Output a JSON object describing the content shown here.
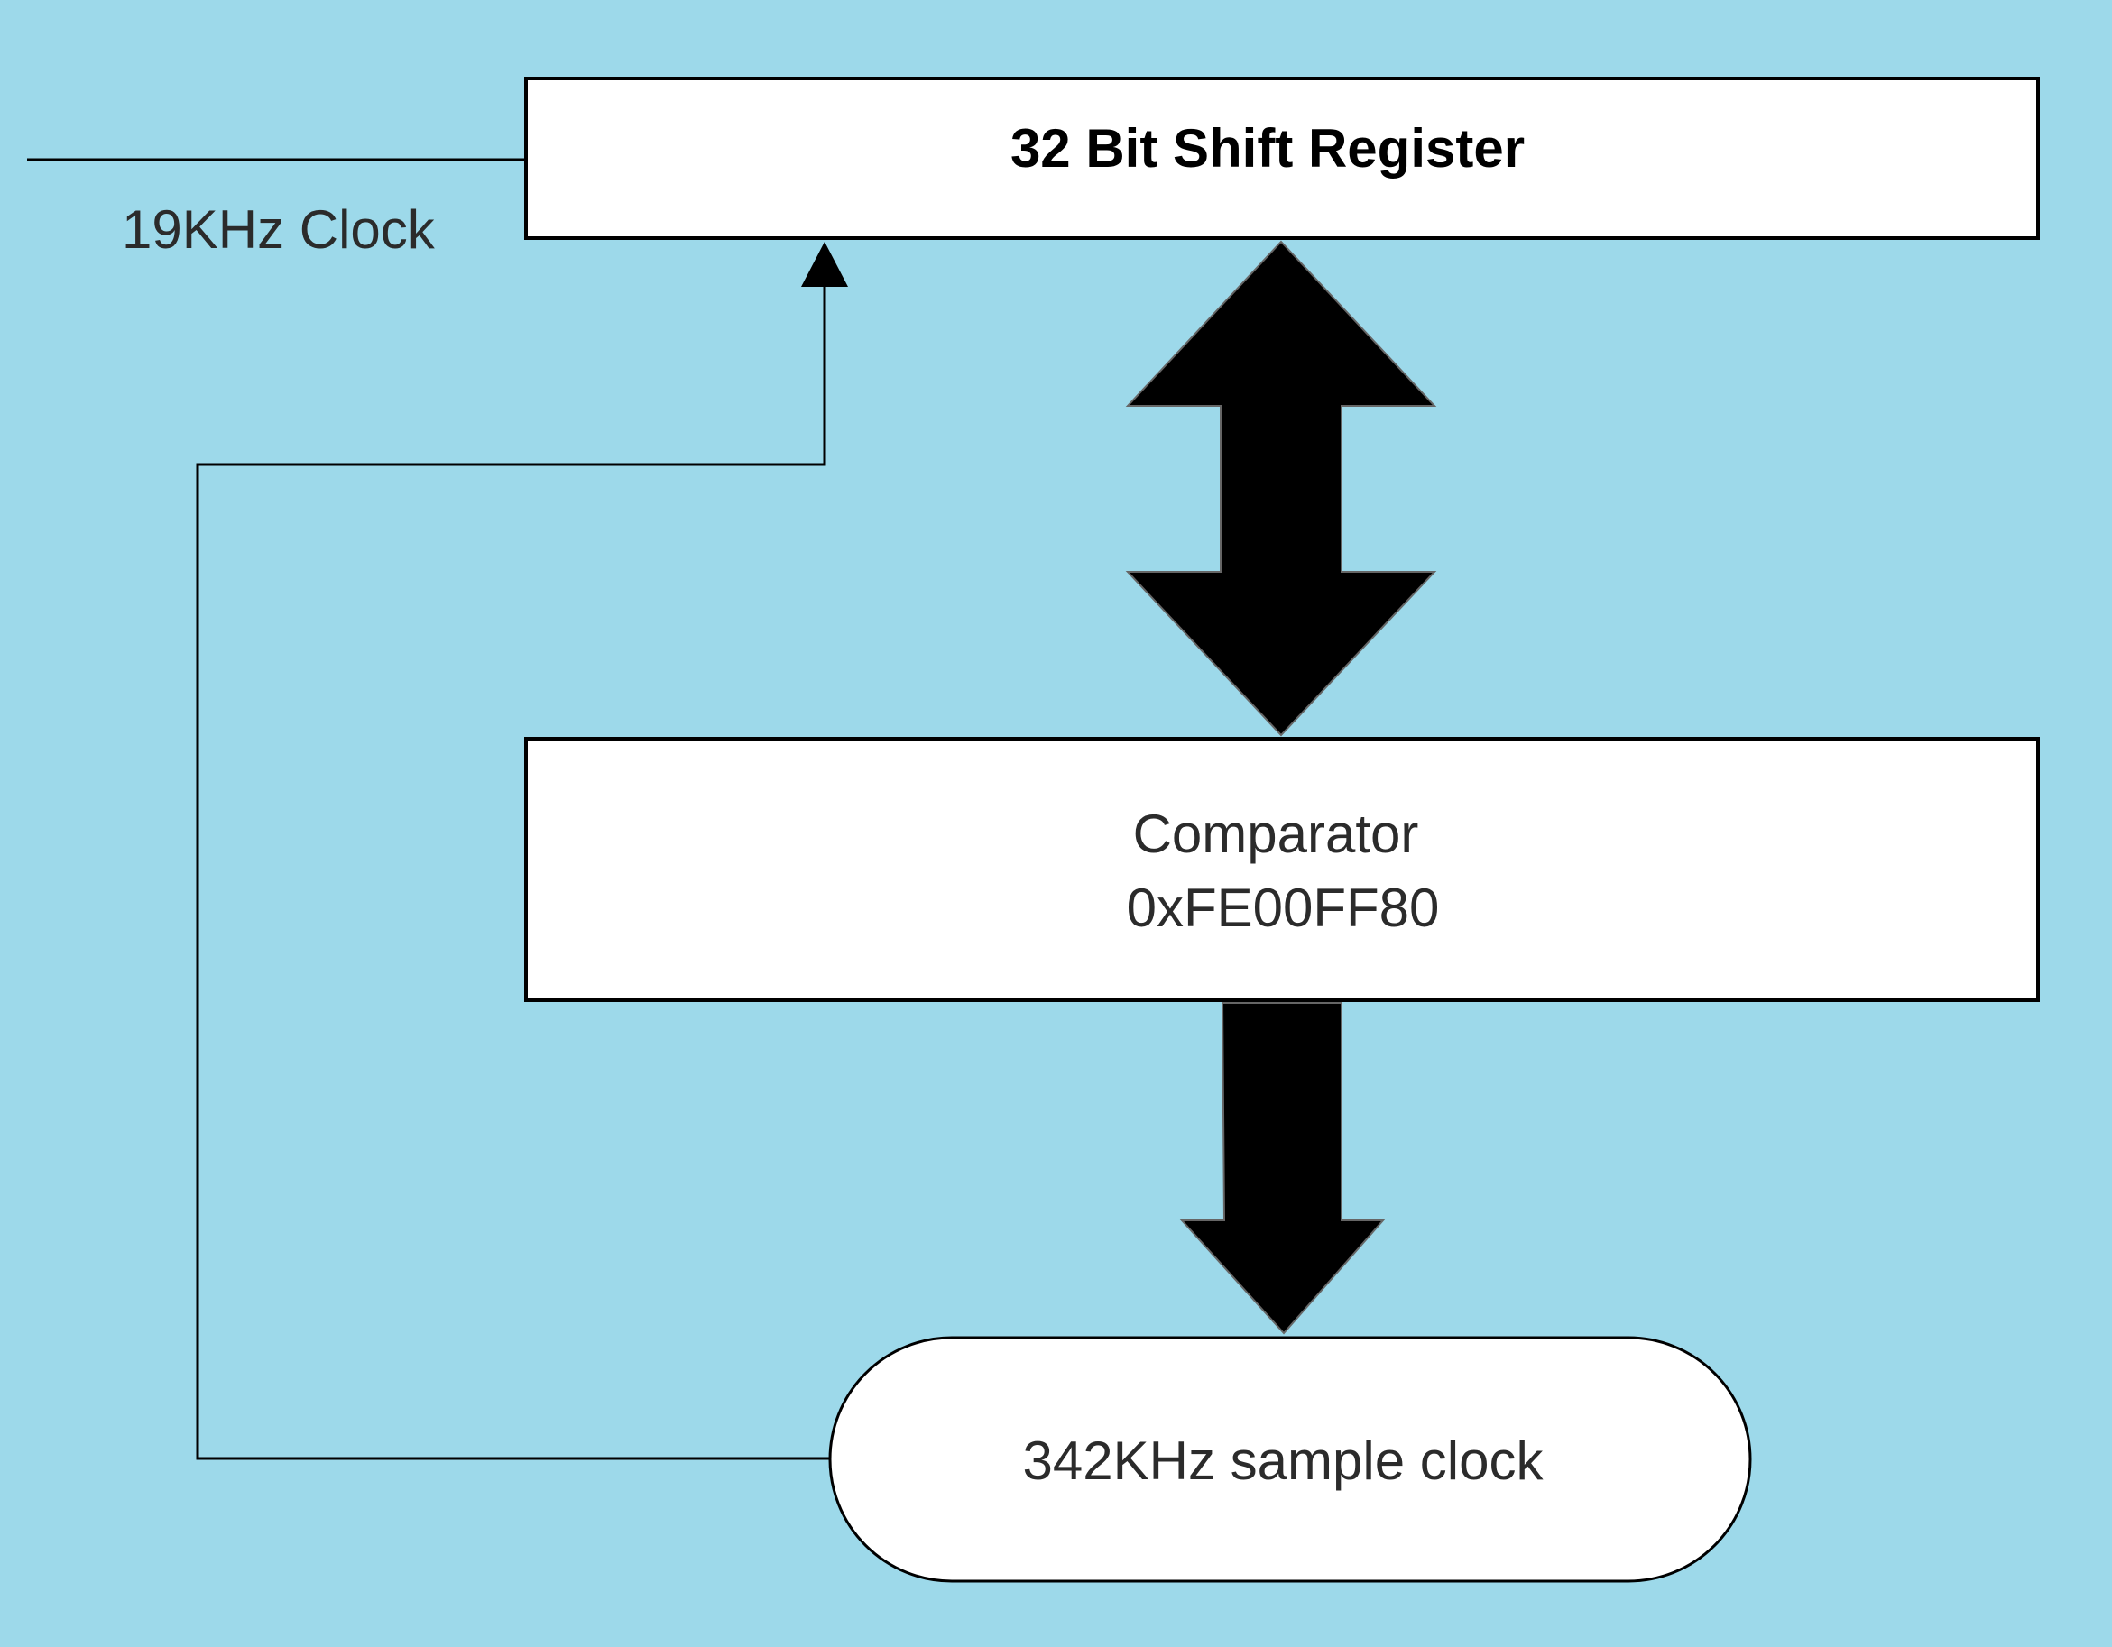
{
  "colors": {
    "background": "#9dd9ea",
    "box_fill": "#ffffff",
    "stroke": "#000000",
    "text": "#2b2b2b"
  },
  "clock_input": {
    "label": "19KHz Clock"
  },
  "shift_register": {
    "label": "32 Bit Shift Register"
  },
  "comparator": {
    "label": "Comparator",
    "value": "0xFE00FF80"
  },
  "sample_clock": {
    "label": "342KHz sample clock"
  }
}
